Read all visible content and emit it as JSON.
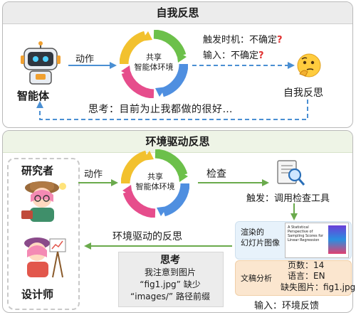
{
  "top_panel": {
    "title": "自我反思",
    "agent_label": "智能体",
    "action_label": "动作",
    "env_label_line1": "共享",
    "env_label_line2": "智能体环境",
    "trigger_prefix": "触发时机：不确定",
    "input_prefix": "输入：不确定",
    "question_mark": "?",
    "reflect_label": "自我反思",
    "thought": "思考：目前为止我都做的很好…"
  },
  "bottom_panel": {
    "title": "环境驱动反思",
    "researcher_label": "研究者",
    "designer_label": "设计师",
    "action_label": "动作",
    "env_label_line1": "共享",
    "env_label_line2": "智能体环境",
    "check_label": "检查",
    "trigger_label": "触发：调用检查工具",
    "rendered_label_line1": "渲染的",
    "rendered_label_line2": "幻灯片图像",
    "slide_title": "A Statistical Perspective of Sampling Scores for Linear Regression",
    "doc_analysis_label": "文稿分析",
    "pages_label": "页数：14",
    "lang_label": "语言：EN",
    "missing_label": "缺失图片：fig1.jpg",
    "input_label": "输入：环境反馈",
    "env_reflection_label": "环境驱动的反思",
    "thought_title": "思考",
    "thought_line1": "我注意到图片",
    "thought_line2": "“fig1.jpg” 缺少",
    "thought_line3": "“images/” 路径前缀"
  },
  "colors": {
    "arrow_blue": "#4a8fd3",
    "arrow_green": "#6aaa4c",
    "cycle_green": "#6cc04a",
    "cycle_blue": "#4f8fe0",
    "cycle_pink": "#e64d8c",
    "cycle_yellow": "#f2c12e",
    "question_red": "#e0302f"
  }
}
